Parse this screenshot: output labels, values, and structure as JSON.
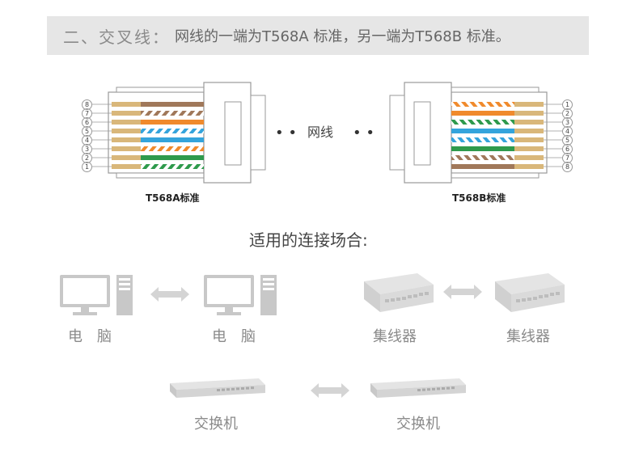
{
  "header": {
    "prefix": "二、交叉线：",
    "text": "网线的一端为T568A 标准，另一端为T568B 标准。"
  },
  "connectors": {
    "left": {
      "standard_label": "T568A标准",
      "pin_numbers": [
        "8",
        "7",
        "6",
        "5",
        "4",
        "3",
        "2",
        "1"
      ],
      "wire_colors_top_to_bottom": [
        "brown",
        "brown-white",
        "orange",
        "blue-white",
        "blue",
        "orange-white",
        "green",
        "green-white"
      ]
    },
    "right": {
      "standard_label": "T568B标准",
      "pin_numbers": [
        "1",
        "2",
        "3",
        "4",
        "5",
        "6",
        "7",
        "8"
      ],
      "wire_colors_top_to_bottom": [
        "orange-white",
        "orange",
        "green-white",
        "blue",
        "blue-white",
        "green",
        "brown-white",
        "brown"
      ]
    },
    "cable_label": "网线"
  },
  "colors": {
    "brown": "#a0785a",
    "orange": "#f08a2c",
    "green": "#2e9a4c",
    "blue": "#34a4dc",
    "copper": "#d9b77a",
    "pin_line": "#999999",
    "device_gray": "#c8c8c8",
    "arrow_gray": "#d4d4d4"
  },
  "use_cases": {
    "title": "适用的连接场合:",
    "pairs": [
      {
        "left": "电　脑",
        "right": "电　脑",
        "left_icon": "computer-icon",
        "right_icon": "computer-icon"
      },
      {
        "left": "集线器",
        "right": "集线器",
        "left_icon": "hub-icon",
        "right_icon": "hub-icon"
      },
      {
        "left": "交换机",
        "right": "交换机",
        "left_icon": "switch-icon",
        "right_icon": "switch-icon"
      }
    ]
  }
}
